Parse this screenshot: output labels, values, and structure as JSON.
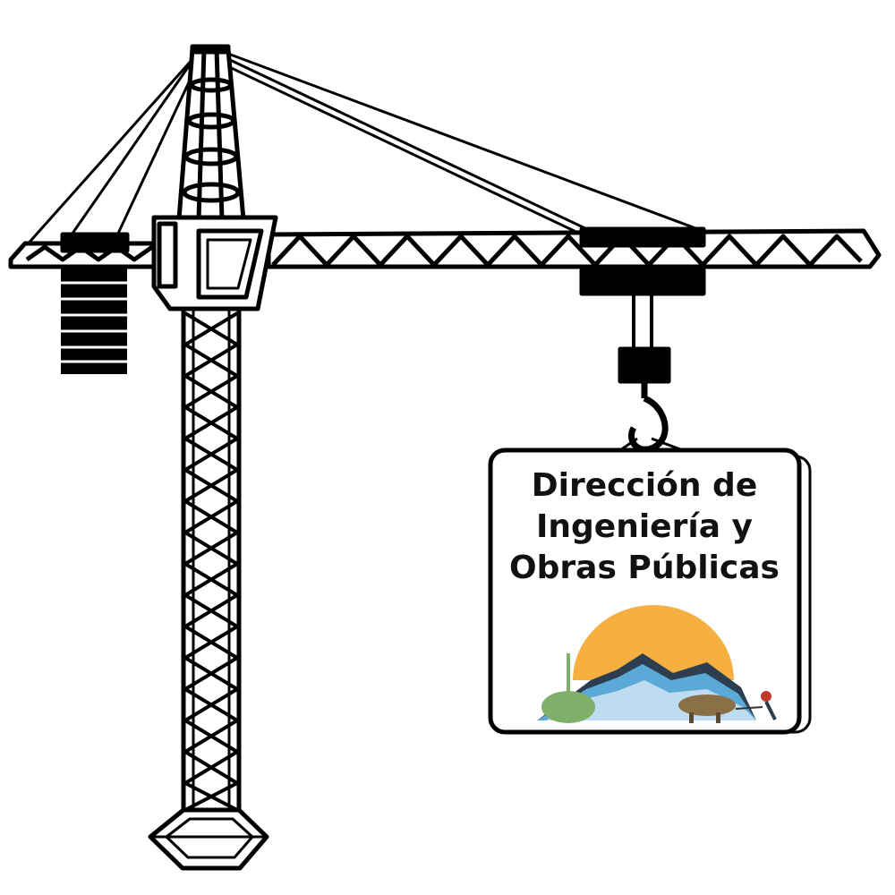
{
  "sign": {
    "line1": "Dirección de",
    "line2": "Ingeniería y",
    "line3": "Obras Públicas"
  },
  "colors": {
    "ink": "#111111",
    "sun": "#f5b041",
    "mountain_blue": "#5aa9d6",
    "mountain_dark": "#2c3e50",
    "ground_green": "#7fb069"
  },
  "icons": {
    "crane": "tower-crane-icon",
    "hook": "crane-hook-icon",
    "logo": "sun-mountains-farmer-logo"
  }
}
